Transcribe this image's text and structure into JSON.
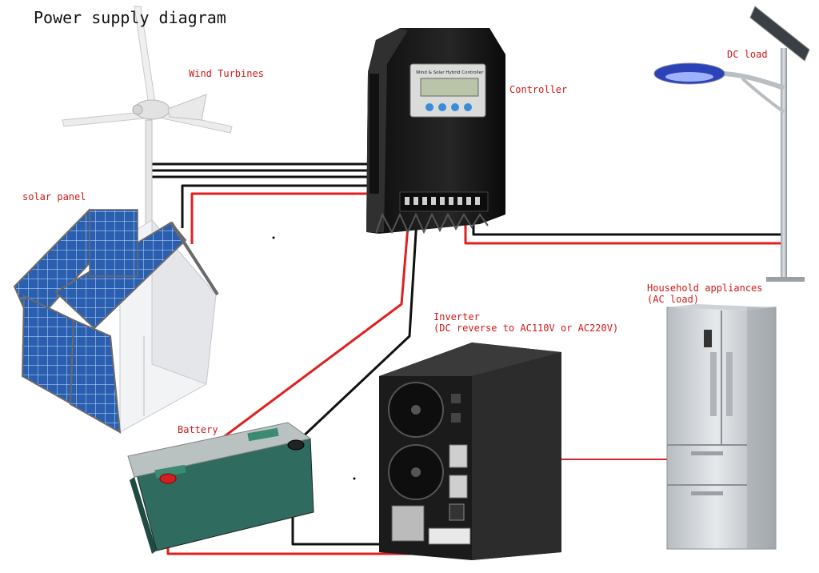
{
  "title": "Power supply diagram",
  "labels": {
    "wind": "Wind Turbines",
    "controller": "Controller",
    "dc_load": "DC load",
    "solar": "solar panel",
    "household_line1": "Household appliances",
    "household_line2": "(AC load)",
    "inverter_line1": "Inverter",
    "inverter_line2": "(DC reverse to AC110V or AC220V)",
    "battery": "Battery"
  },
  "controller_screen_text": "Wind & Solar Hybrid Controller",
  "colors": {
    "label": "#d01818",
    "wire_red": "#e02020",
    "wire_black": "#111111",
    "controller_body": "#1c1c1c",
    "solar_cell": "#2a5fb0",
    "battery_body": "#2f6b5e",
    "battery_lid": "#b9c2c0"
  },
  "icons": [
    "wind-turbine-icon",
    "solar-house-icon",
    "controller-icon",
    "street-lamp-icon",
    "battery-icon",
    "inverter-icon",
    "refrigerator-icon"
  ]
}
